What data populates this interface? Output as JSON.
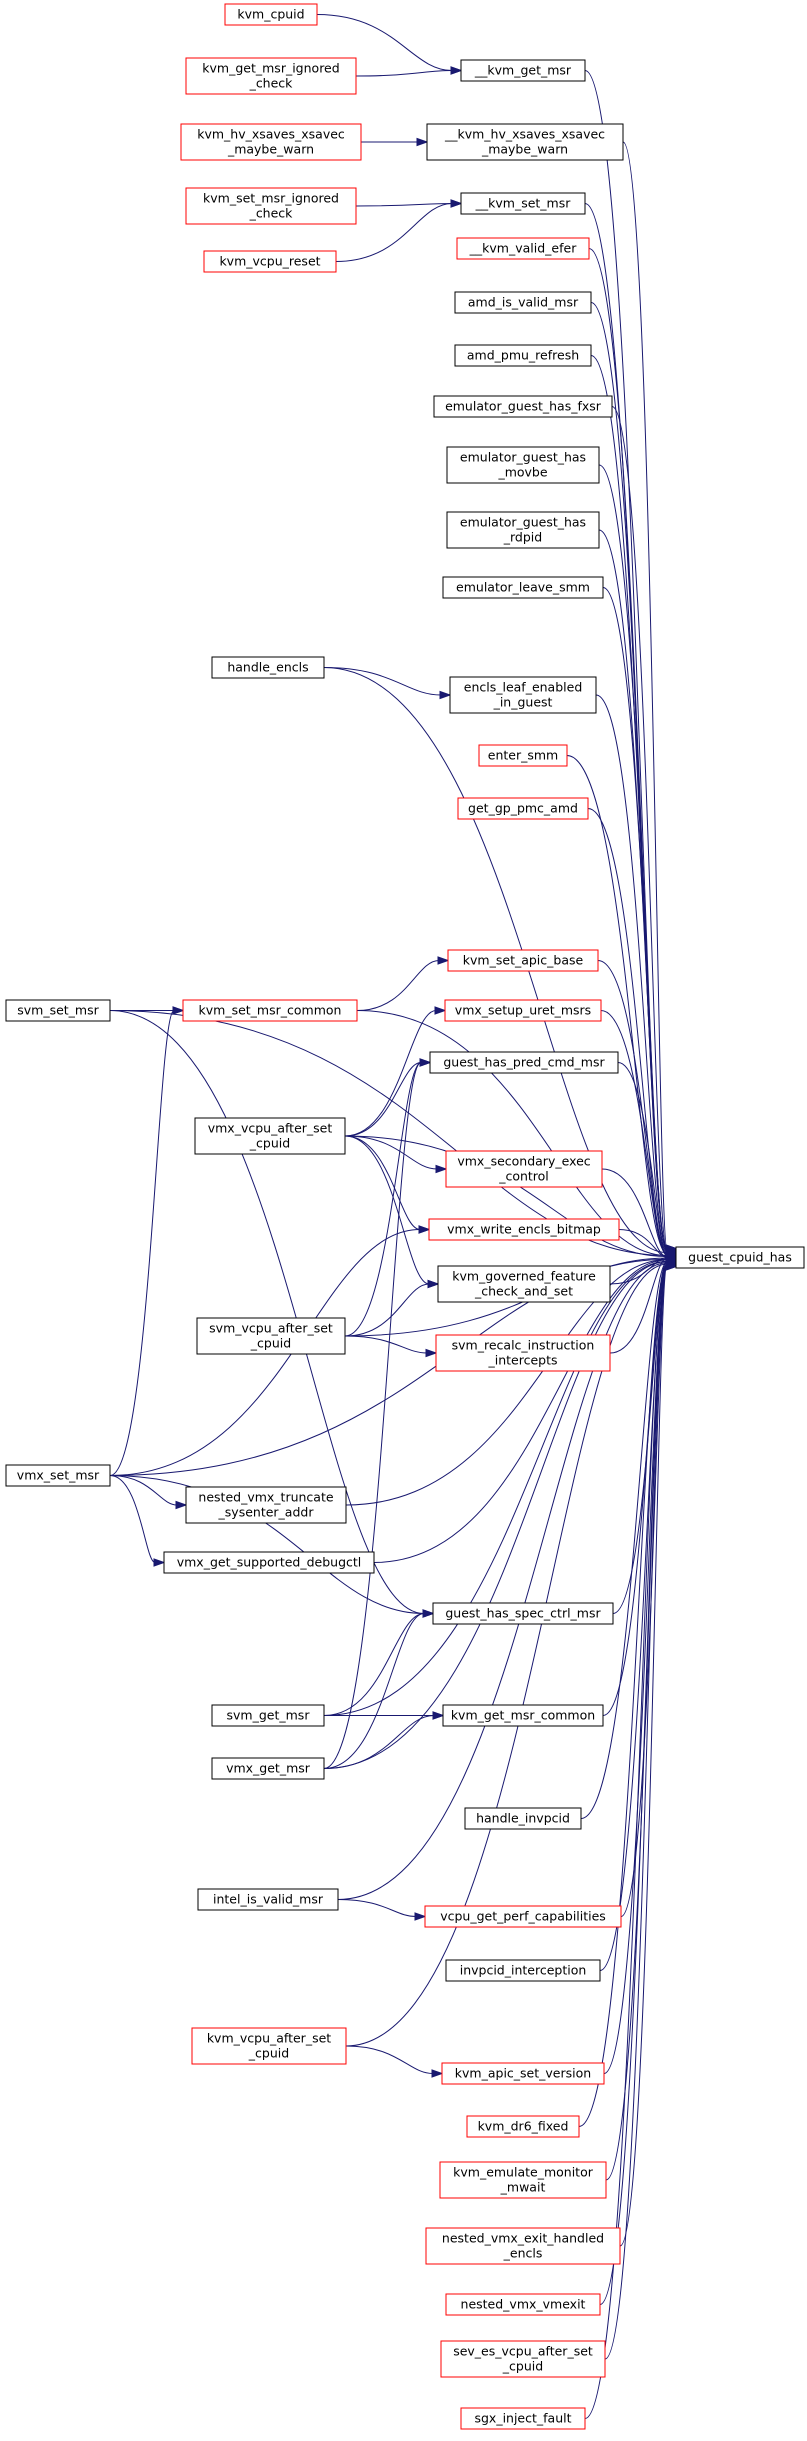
{
  "title": "guest_cpuid_has",
  "colors": {
    "edge": "#191970",
    "documented_border": "#000000",
    "undocumented_border": "#ff0000",
    "focus_fill": "#bfbfbf"
  },
  "nodes": [
    {
      "id": "n_kvm_cpuid",
      "lines": [
        "kvm_cpuid"
      ],
      "border": "red"
    },
    {
      "id": "n_kvm_get_msr",
      "lines": [
        "__kvm_get_msr"
      ],
      "border": "black"
    },
    {
      "id": "n_kvm_get_msr_ignored",
      "lines": [
        "kvm_get_msr_ignored",
        "_check"
      ],
      "border": "red"
    },
    {
      "id": "n_hv_xsaves_red",
      "lines": [
        "kvm_hv_xsaves_xsavec",
        "_maybe_warn"
      ],
      "border": "red"
    },
    {
      "id": "n_hv_xsaves",
      "lines": [
        "__kvm_hv_xsaves_xsavec",
        "_maybe_warn"
      ],
      "border": "black"
    },
    {
      "id": "n_kvm_set_msr_ignored",
      "lines": [
        "kvm_set_msr_ignored",
        "_check"
      ],
      "border": "red"
    },
    {
      "id": "n_kvm_set_msr",
      "lines": [
        "__kvm_set_msr"
      ],
      "border": "black"
    },
    {
      "id": "n_kvm_vcpu_reset",
      "lines": [
        "kvm_vcpu_reset"
      ],
      "border": "red"
    },
    {
      "id": "n_kvm_valid_efer",
      "lines": [
        "__kvm_valid_efer"
      ],
      "border": "red"
    },
    {
      "id": "n_amd_is_valid_msr",
      "lines": [
        "amd_is_valid_msr"
      ],
      "border": "black"
    },
    {
      "id": "n_amd_pmu_refresh",
      "lines": [
        "amd_pmu_refresh"
      ],
      "border": "black"
    },
    {
      "id": "n_emu_fxsr",
      "lines": [
        "emulator_guest_has_fxsr"
      ],
      "border": "black"
    },
    {
      "id": "n_emu_movbe",
      "lines": [
        "emulator_guest_has",
        "_movbe"
      ],
      "border": "black"
    },
    {
      "id": "n_emu_rdpid",
      "lines": [
        "emulator_guest_has",
        "_rdpid"
      ],
      "border": "black"
    },
    {
      "id": "n_emu_leave_smm",
      "lines": [
        "emulator_leave_smm"
      ],
      "border": "black"
    },
    {
      "id": "n_handle_encls",
      "lines": [
        "handle_encls"
      ],
      "border": "black"
    },
    {
      "id": "n_encls_leaf",
      "lines": [
        "encls_leaf_enabled",
        "_in_guest"
      ],
      "border": "black"
    },
    {
      "id": "n_enter_smm",
      "lines": [
        "enter_smm"
      ],
      "border": "red"
    },
    {
      "id": "n_get_gp_pmc_amd",
      "lines": [
        "get_gp_pmc_amd"
      ],
      "border": "red"
    },
    {
      "id": "n_svm_set_msr",
      "lines": [
        "svm_set_msr"
      ],
      "border": "black"
    },
    {
      "id": "n_kvm_set_msr_common",
      "lines": [
        "kvm_set_msr_common"
      ],
      "border": "red"
    },
    {
      "id": "n_kvm_set_apic_base",
      "lines": [
        "kvm_set_apic_base"
      ],
      "border": "red"
    },
    {
      "id": "n_vmx_setup_uret",
      "lines": [
        "vmx_setup_uret_msrs"
      ],
      "border": "red"
    },
    {
      "id": "n_guest_has_pred_cmd",
      "lines": [
        "guest_has_pred_cmd_msr"
      ],
      "border": "black"
    },
    {
      "id": "n_vmx_vcpu_after_set",
      "lines": [
        "vmx_vcpu_after_set",
        "_cpuid"
      ],
      "border": "black"
    },
    {
      "id": "n_vmx_secondary",
      "lines": [
        "vmx_secondary_exec",
        "_control"
      ],
      "border": "red"
    },
    {
      "id": "n_vmx_write_encls",
      "lines": [
        "vmx_write_encls_bitmap"
      ],
      "border": "red"
    },
    {
      "id": "n_guest_cpuid_has",
      "lines": [
        "guest_cpuid_has"
      ],
      "border": "black",
      "focus": true
    },
    {
      "id": "n_kvm_governed",
      "lines": [
        "kvm_governed_feature",
        "_check_and_set"
      ],
      "border": "black"
    },
    {
      "id": "n_svm_vcpu_after_set",
      "lines": [
        "svm_vcpu_after_set",
        "_cpuid"
      ],
      "border": "black"
    },
    {
      "id": "n_svm_recalc",
      "lines": [
        "svm_recalc_instruction",
        "_intercepts"
      ],
      "border": "red"
    },
    {
      "id": "n_vmx_set_msr",
      "lines": [
        "vmx_set_msr"
      ],
      "border": "black"
    },
    {
      "id": "n_nested_vmx_truncate",
      "lines": [
        "nested_vmx_truncate",
        "_sysenter_addr"
      ],
      "border": "black"
    },
    {
      "id": "n_vmx_get_supported_debugctl",
      "lines": [
        "vmx_get_supported_debugctl"
      ],
      "border": "black"
    },
    {
      "id": "n_guest_has_spec_ctrl",
      "lines": [
        "guest_has_spec_ctrl_msr"
      ],
      "border": "black"
    },
    {
      "id": "n_svm_get_msr",
      "lines": [
        "svm_get_msr"
      ],
      "border": "black"
    },
    {
      "id": "n_kvm_get_msr_common",
      "lines": [
        "kvm_get_msr_common"
      ],
      "border": "black"
    },
    {
      "id": "n_vmx_get_msr",
      "lines": [
        "vmx_get_msr"
      ],
      "border": "black"
    },
    {
      "id": "n_handle_invpcid",
      "lines": [
        "handle_invpcid"
      ],
      "border": "black"
    },
    {
      "id": "n_intel_is_valid_msr",
      "lines": [
        "intel_is_valid_msr"
      ],
      "border": "black"
    },
    {
      "id": "n_vcpu_get_perf",
      "lines": [
        "vcpu_get_perf_capabilities"
      ],
      "border": "red"
    },
    {
      "id": "n_invpcid_interception",
      "lines": [
        "invpcid_interception"
      ],
      "border": "black"
    },
    {
      "id": "n_kvm_vcpu_after_set",
      "lines": [
        "kvm_vcpu_after_set",
        "_cpuid"
      ],
      "border": "red"
    },
    {
      "id": "n_kvm_apic_set_version",
      "lines": [
        "kvm_apic_set_version"
      ],
      "border": "red"
    },
    {
      "id": "n_kvm_dr6_fixed",
      "lines": [
        "kvm_dr6_fixed"
      ],
      "border": "red"
    },
    {
      "id": "n_kvm_emulate_monitor",
      "lines": [
        "kvm_emulate_monitor",
        "_mwait"
      ],
      "border": "red"
    },
    {
      "id": "n_nested_vmx_exit_encls",
      "lines": [
        "nested_vmx_exit_handled",
        "_encls"
      ],
      "border": "red"
    },
    {
      "id": "n_nested_vmx_vmexit",
      "lines": [
        "nested_vmx_vmexit"
      ],
      "border": "red"
    },
    {
      "id": "n_sev_es_vcpu",
      "lines": [
        "sev_es_vcpu_after_set",
        "_cpuid"
      ],
      "border": "red"
    },
    {
      "id": "n_sgx_inject_fault",
      "lines": [
        "sgx_inject_fault"
      ],
      "border": "red"
    }
  ],
  "edges": [
    {
      "from": "n_kvm_cpuid",
      "to": "n_kvm_get_msr"
    },
    {
      "from": "n_kvm_get_msr_ignored",
      "to": "n_kvm_get_msr"
    },
    {
      "from": "n_hv_xsaves_red",
      "to": "n_hv_xsaves"
    },
    {
      "from": "n_kvm_set_msr_ignored",
      "to": "n_kvm_set_msr"
    },
    {
      "from": "n_kvm_vcpu_reset",
      "to": "n_kvm_set_msr"
    },
    {
      "from": "n_handle_encls",
      "to": "n_encls_leaf"
    },
    {
      "from": "n_handle_encls",
      "to": "n_guest_cpuid_has"
    },
    {
      "from": "n_svm_set_msr",
      "to": "n_kvm_set_msr_common"
    },
    {
      "from": "n_svm_set_msr",
      "to": "n_guest_cpuid_has"
    },
    {
      "from": "n_svm_set_msr",
      "to": "n_guest_has_spec_ctrl"
    },
    {
      "from": "n_kvm_set_msr_common",
      "to": "n_kvm_set_apic_base"
    },
    {
      "from": "n_kvm_set_msr_common",
      "to": "n_guest_cpuid_has"
    },
    {
      "from": "n_vmx_vcpu_after_set",
      "to": "n_vmx_setup_uret"
    },
    {
      "from": "n_vmx_vcpu_after_set",
      "to": "n_guest_has_pred_cmd"
    },
    {
      "from": "n_vmx_vcpu_after_set",
      "to": "n_vmx_secondary"
    },
    {
      "from": "n_vmx_vcpu_after_set",
      "to": "n_vmx_write_encls"
    },
    {
      "from": "n_vmx_vcpu_after_set",
      "to": "n_kvm_governed"
    },
    {
      "from": "n_vmx_vcpu_after_set",
      "to": "n_guest_cpuid_has"
    },
    {
      "from": "n_svm_vcpu_after_set",
      "to": "n_guest_has_pred_cmd"
    },
    {
      "from": "n_svm_vcpu_after_set",
      "to": "n_kvm_governed"
    },
    {
      "from": "n_svm_vcpu_after_set",
      "to": "n_svm_recalc"
    },
    {
      "from": "n_svm_vcpu_after_set",
      "to": "n_guest_cpuid_has"
    },
    {
      "from": "n_vmx_set_msr",
      "to": "n_kvm_set_msr_common"
    },
    {
      "from": "n_vmx_set_msr",
      "to": "n_vmx_write_encls"
    },
    {
      "from": "n_vmx_set_msr",
      "to": "n_nested_vmx_truncate"
    },
    {
      "from": "n_vmx_set_msr",
      "to": "n_vmx_get_supported_debugctl"
    },
    {
      "from": "n_vmx_set_msr",
      "to": "n_guest_has_spec_ctrl"
    },
    {
      "from": "n_vmx_set_msr",
      "to": "n_guest_cpuid_has"
    },
    {
      "from": "n_svm_get_msr",
      "to": "n_guest_has_spec_ctrl"
    },
    {
      "from": "n_svm_get_msr",
      "to": "n_kvm_get_msr_common"
    },
    {
      "from": "n_svm_get_msr",
      "to": "n_guest_cpuid_has"
    },
    {
      "from": "n_vmx_get_msr",
      "to": "n_guest_has_pred_cmd"
    },
    {
      "from": "n_vmx_get_msr",
      "to": "n_guest_has_spec_ctrl"
    },
    {
      "from": "n_vmx_get_msr",
      "to": "n_kvm_get_msr_common"
    },
    {
      "from": "n_vmx_get_msr",
      "to": "n_guest_cpuid_has"
    },
    {
      "from": "n_intel_is_valid_msr",
      "to": "n_vcpu_get_perf"
    },
    {
      "from": "n_intel_is_valid_msr",
      "to": "n_guest_cpuid_has"
    },
    {
      "from": "n_kvm_vcpu_after_set",
      "to": "n_kvm_apic_set_version"
    },
    {
      "from": "n_kvm_vcpu_after_set",
      "to": "n_guest_cpuid_has"
    },
    {
      "from": "n_kvm_get_msr",
      "to": "n_guest_cpuid_has"
    },
    {
      "from": "n_hv_xsaves",
      "to": "n_guest_cpuid_has"
    },
    {
      "from": "n_kvm_set_msr",
      "to": "n_guest_cpuid_has"
    },
    {
      "from": "n_kvm_valid_efer",
      "to": "n_guest_cpuid_has"
    },
    {
      "from": "n_amd_is_valid_msr",
      "to": "n_guest_cpuid_has"
    },
    {
      "from": "n_amd_pmu_refresh",
      "to": "n_guest_cpuid_has"
    },
    {
      "from": "n_emu_fxsr",
      "to": "n_guest_cpuid_has"
    },
    {
      "from": "n_emu_movbe",
      "to": "n_guest_cpuid_has"
    },
    {
      "from": "n_emu_rdpid",
      "to": "n_guest_cpuid_has"
    },
    {
      "from": "n_emu_leave_smm",
      "to": "n_guest_cpuid_has"
    },
    {
      "from": "n_encls_leaf",
      "to": "n_guest_cpuid_has"
    },
    {
      "from": "n_enter_smm",
      "to": "n_guest_cpuid_has"
    },
    {
      "from": "n_get_gp_pmc_amd",
      "to": "n_guest_cpuid_has"
    },
    {
      "from": "n_kvm_set_apic_base",
      "to": "n_guest_cpuid_has"
    },
    {
      "from": "n_vmx_setup_uret",
      "to": "n_guest_cpuid_has"
    },
    {
      "from": "n_guest_has_pred_cmd",
      "to": "n_guest_cpuid_has"
    },
    {
      "from": "n_vmx_secondary",
      "to": "n_guest_cpuid_has"
    },
    {
      "from": "n_vmx_write_encls",
      "to": "n_guest_cpuid_has"
    },
    {
      "from": "n_kvm_governed",
      "to": "n_guest_cpuid_has"
    },
    {
      "from": "n_svm_recalc",
      "to": "n_guest_cpuid_has"
    },
    {
      "from": "n_nested_vmx_truncate",
      "to": "n_guest_cpuid_has"
    },
    {
      "from": "n_vmx_get_supported_debugctl",
      "to": "n_guest_cpuid_has"
    },
    {
      "from": "n_guest_has_spec_ctrl",
      "to": "n_guest_cpuid_has"
    },
    {
      "from": "n_kvm_get_msr_common",
      "to": "n_guest_cpuid_has"
    },
    {
      "from": "n_handle_invpcid",
      "to": "n_guest_cpuid_has"
    },
    {
      "from": "n_vcpu_get_perf",
      "to": "n_guest_cpuid_has"
    },
    {
      "from": "n_invpcid_interception",
      "to": "n_guest_cpuid_has"
    },
    {
      "from": "n_kvm_apic_set_version",
      "to": "n_guest_cpuid_has"
    },
    {
      "from": "n_kvm_dr6_fixed",
      "to": "n_guest_cpuid_has"
    },
    {
      "from": "n_kvm_emulate_monitor",
      "to": "n_guest_cpuid_has"
    },
    {
      "from": "n_nested_vmx_exit_encls",
      "to": "n_guest_cpuid_has"
    },
    {
      "from": "n_nested_vmx_vmexit",
      "to": "n_guest_cpuid_has"
    },
    {
      "from": "n_sev_es_vcpu",
      "to": "n_guest_cpuid_has"
    },
    {
      "from": "n_sgx_inject_fault",
      "to": "n_guest_cpuid_has"
    }
  ]
}
